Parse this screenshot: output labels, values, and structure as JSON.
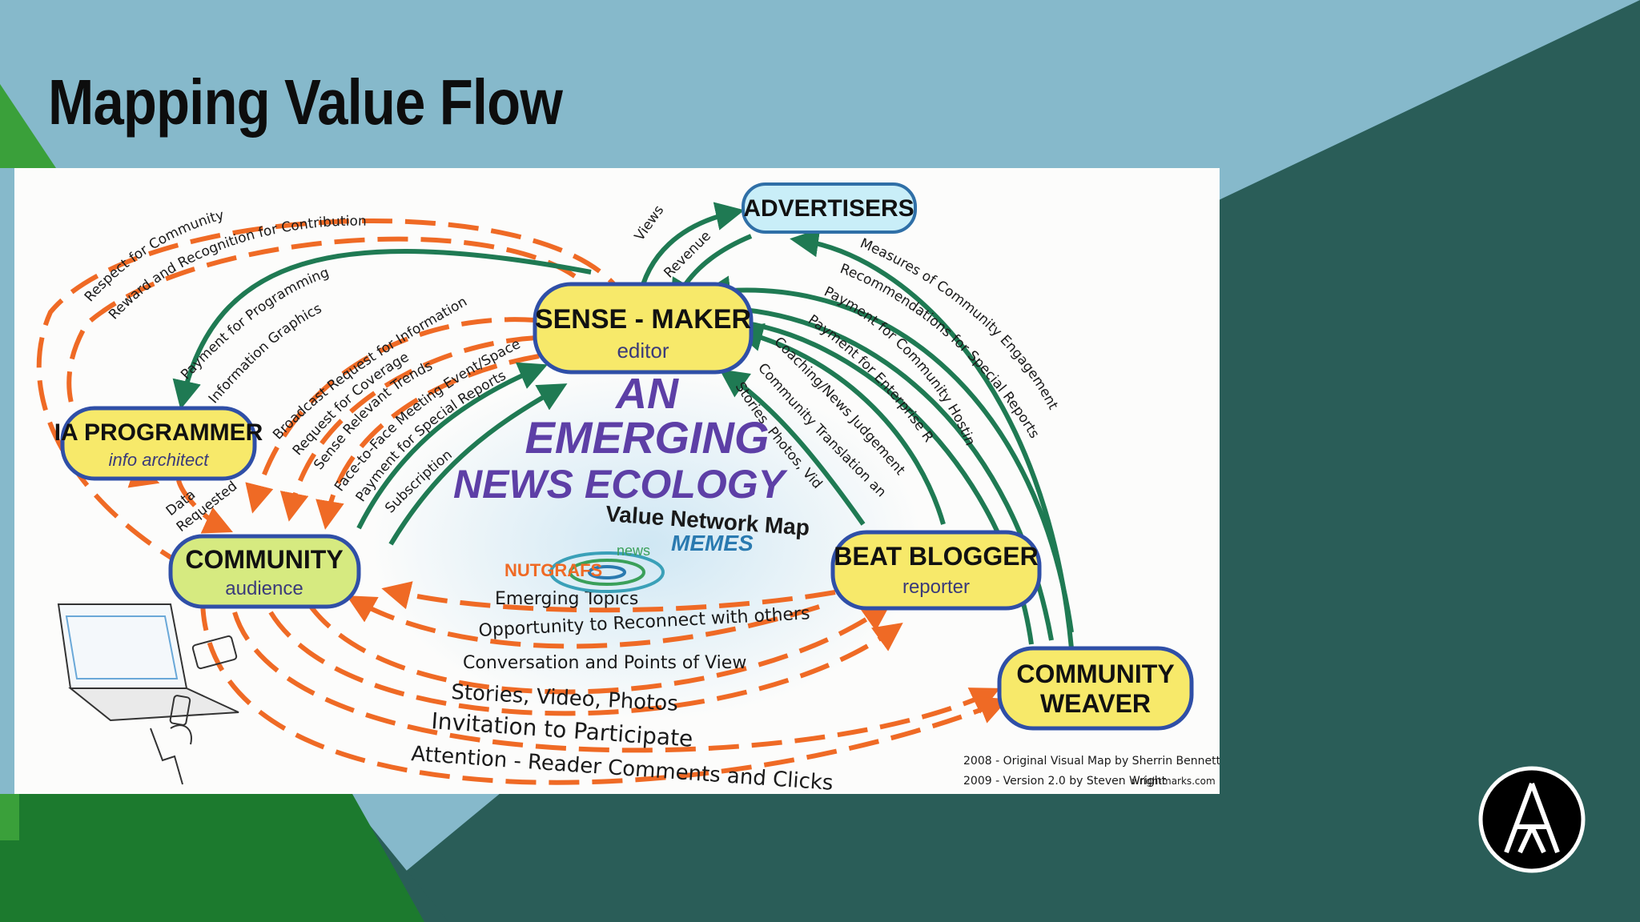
{
  "slide": {
    "title": "Mapping Value Flow",
    "colors": {
      "sky": "#86b9cb",
      "teal": "#2a5d58",
      "green": "#3aa03a",
      "dark_green": "#1c7a2e",
      "orange_flow": "#ef6a25",
      "green_flow": "#1f7a53"
    }
  },
  "diagram": {
    "main_title": [
      "AN",
      "EMERGING",
      "NEWS ECOLOGY"
    ],
    "subtitle": "Value Network Map",
    "memes": [
      "NUTGRAFS",
      "news",
      "MEMES"
    ],
    "nodes": {
      "advertisers": {
        "title": "ADVERTISERS"
      },
      "sense_maker": {
        "title": "SENSE - MAKER",
        "role": "editor"
      },
      "ia_programmer": {
        "title": "IA PROGRAMMER",
        "role": "info architect"
      },
      "community": {
        "title": "COMMUNITY",
        "role": "audience"
      },
      "beat_blogger": {
        "title": "BEAT BLOGGER",
        "role": "reporter"
      },
      "community_weaver": {
        "title": "COMMUNITY",
        "title2": "WEAVER"
      }
    },
    "flows": {
      "respect": "Respect for Community",
      "reward": "Reward and Recognition for Contribution",
      "payment_programming": "Payment for Programming",
      "info_graphics": "Information Graphics",
      "broadcast": "Broadcast Request for Information",
      "request_coverage": "Request for Coverage",
      "sense_trends": "Sense Relevant Trends",
      "face_to_face": "Face-to-Face Meeting Event/Space",
      "payment_special_left": "Payment for Special Reports",
      "subscription": "Subscription",
      "data_requested": [
        "Data",
        "Requested"
      ],
      "views": "Views",
      "revenue": "Revenue",
      "measures": "Measures of Community Engagement",
      "recommendations": "Recommendations for Special Reports",
      "payment_hosting": "Payment for Community Hosting",
      "payment_enterprise": "Payment for Enterprise Reporting",
      "coaching": "Coaching/News Judgement",
      "translation": "Community Translation and Context",
      "stories_photos_video": "Stories, Photos, Video",
      "emerging_topics": "Emerging Topics",
      "reconnect": "Opportunity to Reconnect with others",
      "conversation": "Conversation and Points of View",
      "stories_video_photos": "Stories, Video, Photos",
      "invitation": "Invitation to Participate",
      "attention": "Attention - Reader Comments and Clicks"
    },
    "credits": [
      "2008 - Original Visual Map by Sherrin Bennett",
      "2009 - Version 2.0 by Steven Wright",
      "wrightmarks.com"
    ]
  }
}
